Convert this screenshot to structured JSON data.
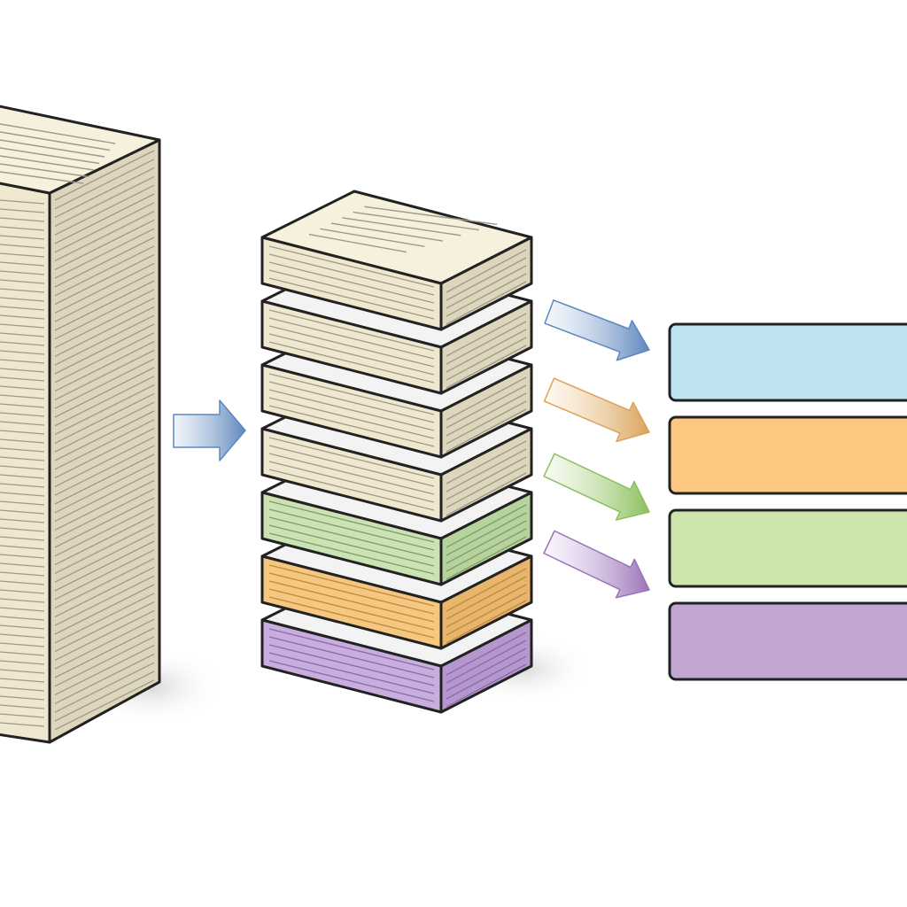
{
  "diagram": {
    "description_text": "",
    "colors": {
      "paper_top": "#f6f1dc",
      "paper_front": "#efe8cf",
      "paper_side": "#ddd6bd",
      "paper_lines": "#9e998a",
      "outline": "#222222",
      "shadow": "#e4e4e4",
      "green_front": "#cbe2b4",
      "green_side": "#b7d39d",
      "green_lines": "#7f9c6a",
      "orange_front": "#f6c77f",
      "orange_side": "#e8b56a",
      "orange_lines": "#b98b45",
      "purple_front": "#c7aede",
      "purple_side": "#b597cf",
      "purple_lines": "#8a6ba6",
      "arrow_blue": "#5e87bd",
      "arrow_orange": "#d9a35a",
      "arrow_green": "#8cbf5e",
      "arrow_purple": "#9b74b8"
    },
    "source_stack": {
      "icon": "large-document-stack-icon"
    },
    "chunk_stack": {
      "icon": "chunked-document-stack-icon",
      "chunks": [
        {
          "color": "paper"
        },
        {
          "color": "paper"
        },
        {
          "color": "paper"
        },
        {
          "color": "paper"
        },
        {
          "color": "green"
        },
        {
          "color": "orange"
        },
        {
          "color": "purple"
        }
      ]
    },
    "category_bars": [
      {
        "color": "#bee4f2"
      },
      {
        "color": "#fcc780"
      },
      {
        "color": "#cce5ab"
      },
      {
        "color": "#c1a6d2"
      }
    ]
  }
}
